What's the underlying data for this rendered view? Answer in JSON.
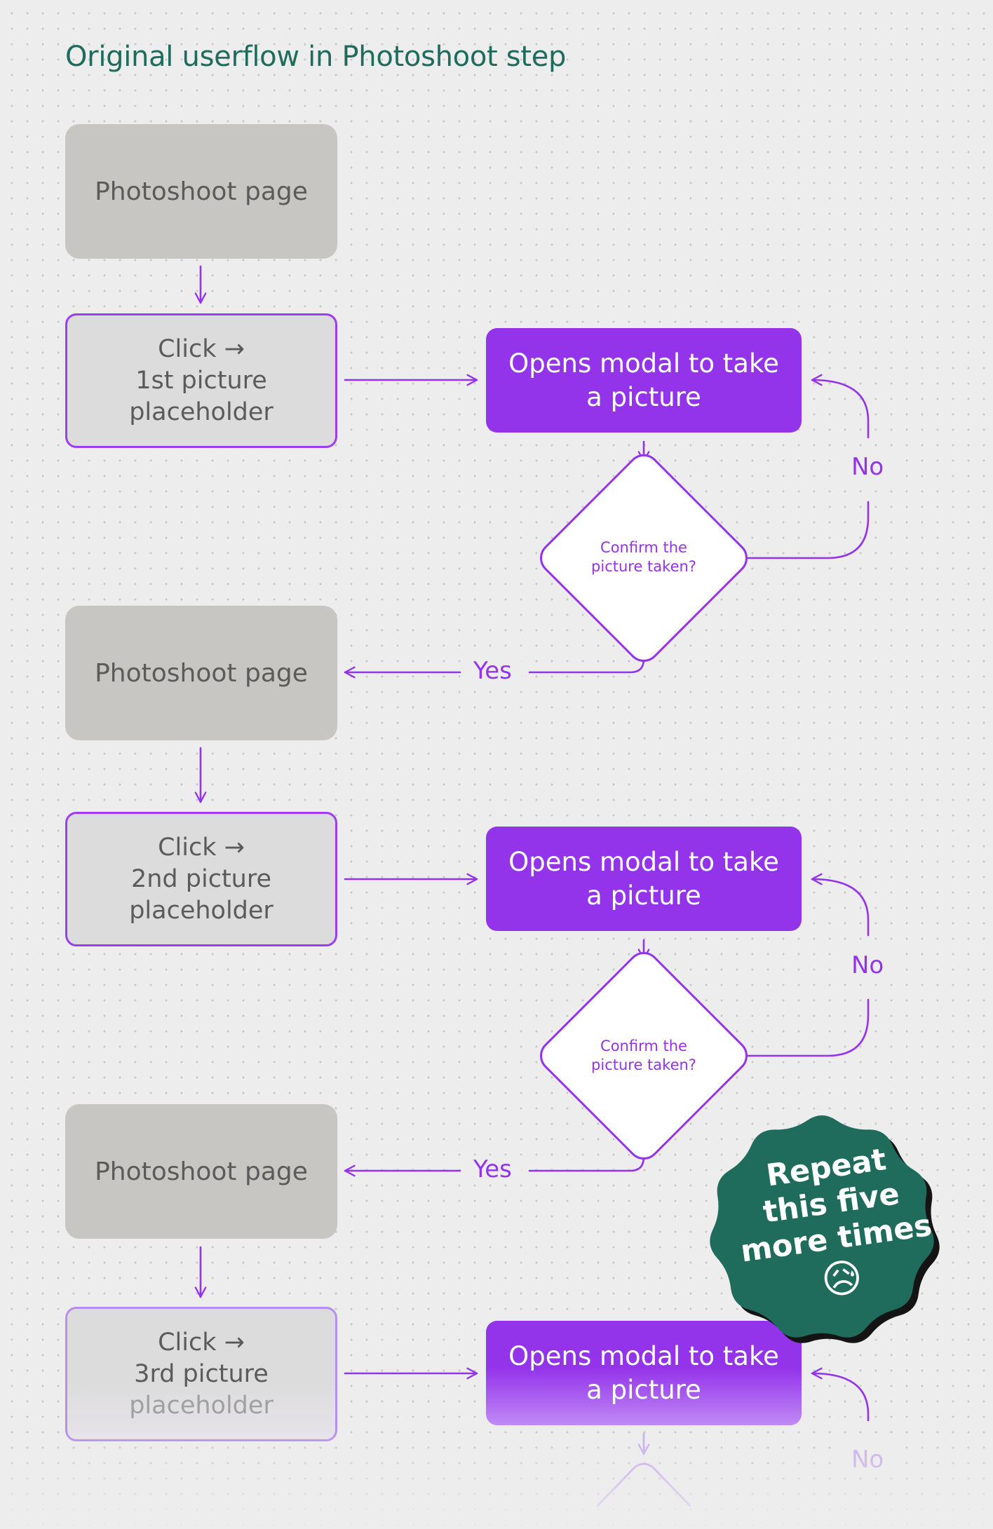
{
  "title": "Original userflow in Photoshoot step",
  "nodes": {
    "page_label": "Photoshoot page",
    "click_label": "Click →",
    "placeholder_word": "placeholder",
    "picture_1": "1st picture",
    "picture_2": "2nd picture",
    "picture_3": "3rd picture",
    "modal_line1": "Opens modal to take",
    "modal_line2": "a picture",
    "decision_line1": "Confirm the",
    "decision_line2": "picture taken?"
  },
  "edges": {
    "yes": "Yes",
    "no": "No"
  },
  "badge": {
    "line1": "Repeat",
    "line2": "this five",
    "line3": "more times",
    "emoji": "😥"
  },
  "colors": {
    "purple": "#9333ea",
    "page_gray": "#c8c6c2",
    "title_green": "#1f6b5c",
    "badge_green": "#1f6b5c"
  }
}
